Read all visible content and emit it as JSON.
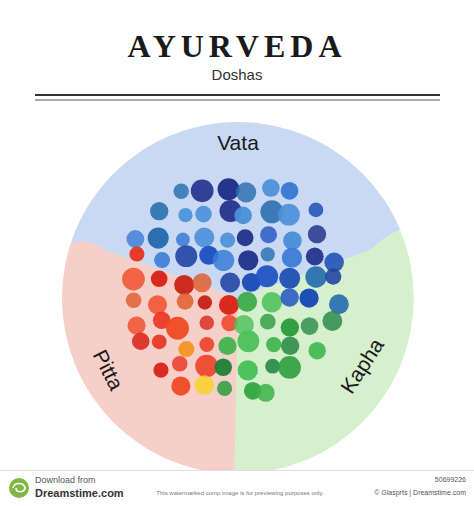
{
  "diagram": {
    "title": "AYURVEDA",
    "nodes": [
      {
        "text": [
          "Vata"
        ]
      },
      {
        "text": [
          "Pitta"
        ]
      },
      {
        "text": [
          "Kapha"
        ]
      }
    ],
    "labels": [
      "Doshas",
      "Download from",
      "Dreamstime.com",
      "This watermarked comp image is for previewing purposes only.",
      "50699226",
      "© Glasprts | Dreamstime.com"
    ]
  }
}
